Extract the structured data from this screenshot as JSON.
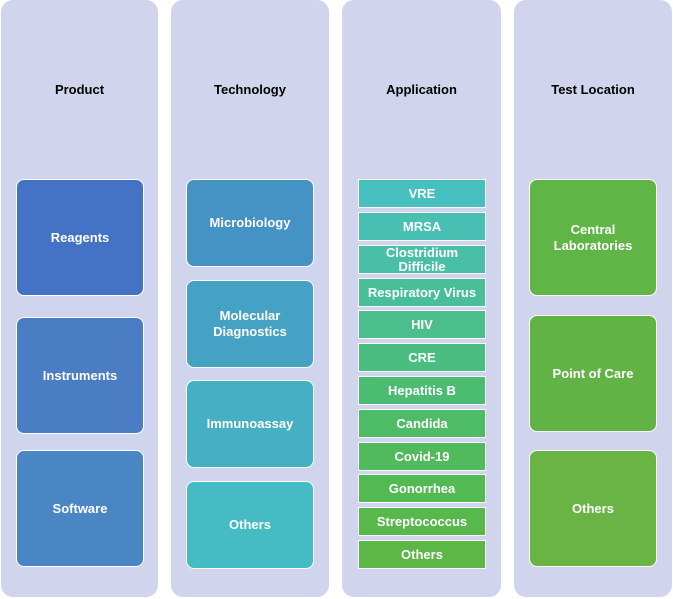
{
  "columns": [
    {
      "title": "Product",
      "items": [
        {
          "label": "Reagents",
          "color": "#4472c4"
        },
        {
          "label": "Instruments",
          "color": "#4a7dc4"
        },
        {
          "label": "Software",
          "color": "#4a85c4"
        }
      ]
    },
    {
      "title": "Technology",
      "items": [
        {
          "label": "Microbiology",
          "color": "#4592c4"
        },
        {
          "label": "Molecular Diagnostics",
          "color": "#45a2c4"
        },
        {
          "label": "Immunoassay",
          "color": "#45afc4"
        },
        {
          "label": "Others",
          "color": "#45bbc4"
        }
      ]
    },
    {
      "title": "Application",
      "items": [
        {
          "label": "VRE",
          "color": "#48c0c0"
        },
        {
          "label": "MRSA",
          "color": "#48c0b3"
        },
        {
          "label": "Clostridium Difficile",
          "color": "#48bfa6"
        },
        {
          "label": "Respiratory Virus",
          "color": "#48be99"
        },
        {
          "label": "HIV",
          "color": "#4abe8c"
        },
        {
          "label": "CRE",
          "color": "#4abd80"
        },
        {
          "label": "Hepatitis B",
          "color": "#4cbc73"
        },
        {
          "label": "Candida",
          "color": "#4ebb67"
        },
        {
          "label": "Covid-19",
          "color": "#50ba5c"
        },
        {
          "label": "Gonorrhea",
          "color": "#53b952"
        },
        {
          "label": "Streptococcus",
          "color": "#58b84b"
        },
        {
          "label": "Others",
          "color": "#5cb747"
        }
      ]
    },
    {
      "title": "Test Location",
      "items": [
        {
          "label": "Central Laboratories",
          "color": "#5fb546"
        },
        {
          "label": "Point of Care",
          "color": "#62b346"
        },
        {
          "label": "Others",
          "color": "#6ab446"
        }
      ]
    }
  ]
}
